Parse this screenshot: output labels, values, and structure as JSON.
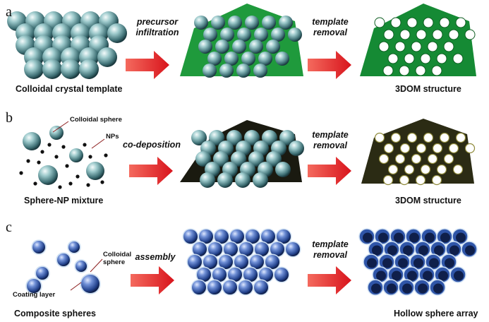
{
  "rows": [
    {
      "label": "a",
      "start_caption": "Colloidal crystal template",
      "step1": [
        "precursor",
        "infiltration"
      ],
      "step2": [
        "template",
        "removal"
      ],
      "end_caption": "3DOM structure"
    },
    {
      "label": "b",
      "start_caption": "Sphere-NP mixture",
      "callout_sphere": "Colloidal sphere",
      "callout_nps": "NPs",
      "step1": [
        "co-deposition"
      ],
      "step2": [
        "template",
        "removal"
      ],
      "end_caption": "3DOM structure"
    },
    {
      "label": "c",
      "start_caption": "Composite spheres",
      "callout_sphere": [
        "Colloidal",
        "sphere"
      ],
      "callout_coating": "Coating layer",
      "step1": [
        "assembly"
      ],
      "step2": [
        "template",
        "removal"
      ],
      "end_caption": "Hollow sphere array"
    }
  ],
  "colors": {
    "arrow": "#e0262a",
    "sphere_teal": "#7fb3b6",
    "matrix_green": "#1f9a3c",
    "matrix_dark": "#1a1a10",
    "sphere_blue": "#2f55a8",
    "background": "#ffffff"
  }
}
